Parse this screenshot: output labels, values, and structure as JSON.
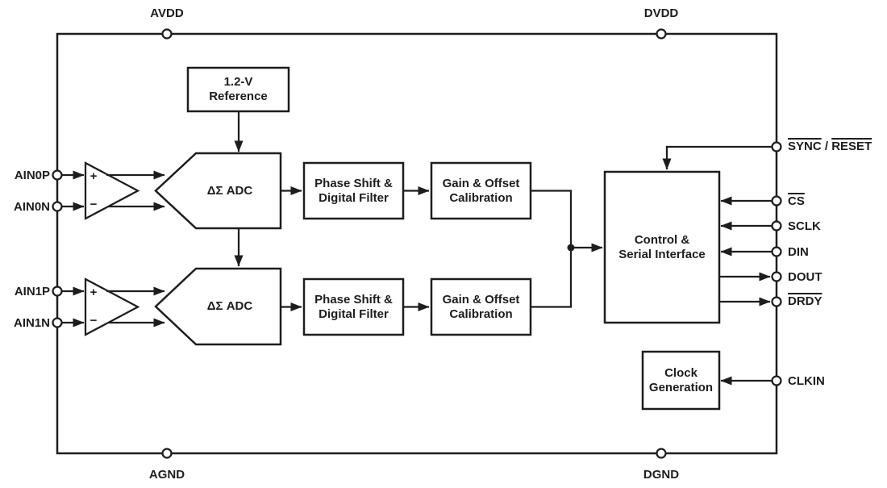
{
  "figure": {
    "power_pins": {
      "avdd": "AVDD",
      "dvdd": "DVDD",
      "agnd": "AGND",
      "dgnd": "DGND"
    },
    "input_pins": {
      "ain0p": "AIN0P",
      "ain0n": "AIN0N",
      "ain1p": "AIN1P",
      "ain1n": "AIN1N"
    },
    "digital_pins": {
      "sync": "SYNC",
      "sync_sep": " / ",
      "reset": "RESET",
      "cs": "CS",
      "sclk": "SCLK",
      "din": "DIN",
      "dout": "DOUT",
      "drdy": "DRDY",
      "clkin": "CLKIN"
    },
    "amp": {
      "plus": "+",
      "minus": "−"
    },
    "blocks": {
      "reference": {
        "line1": "1.2-V",
        "line2": "Reference"
      },
      "adc0": {
        "label": "ΔΣ ADC"
      },
      "adc1": {
        "label": "ΔΣ ADC"
      },
      "phase0": {
        "line1": "Phase Shift &",
        "line2": "Digital Filter"
      },
      "phase1": {
        "line1": "Phase Shift &",
        "line2": "Digital Filter"
      },
      "gain0": {
        "line1": "Gain & Offset",
        "line2": "Calibration"
      },
      "gain1": {
        "line1": "Gain & Offset",
        "line2": "Calibration"
      },
      "control": {
        "line1": "Control &",
        "line2": "Serial Interface"
      },
      "clockgen": {
        "line1": "Clock",
        "line2": "Generation"
      }
    },
    "colors": {
      "line": "#1d1d1d",
      "background": "#ffffff"
    }
  }
}
